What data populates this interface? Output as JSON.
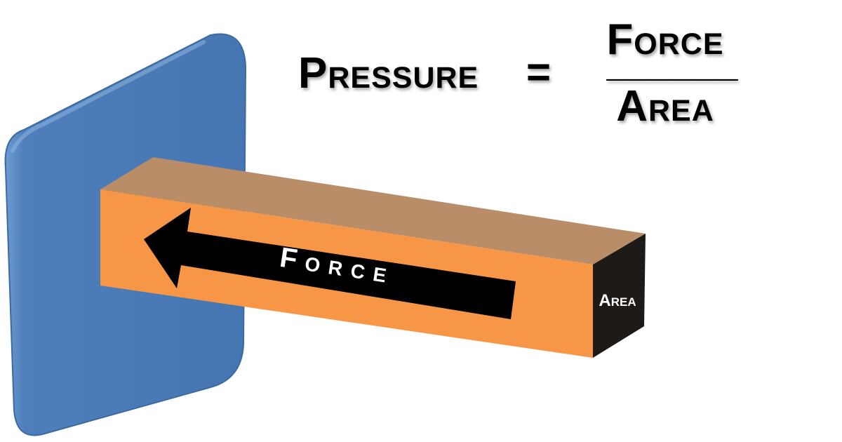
{
  "equation": {
    "lhs": "Pressure",
    "equals": "=",
    "numerator": "Force",
    "denominator": "Area",
    "fraction_bar": "______"
  },
  "diagram": {
    "arrow_label": "Force",
    "end_face_label": "Area"
  },
  "colors": {
    "wall": "#4a7ab5",
    "wall_edge": "#6d9bd1",
    "beam_front": "#f79646",
    "beam_top": "#b88d68",
    "beam_end": "#1e1a17",
    "arrow": "#000000",
    "arrow_text": "#ffffff",
    "text": "#000000"
  }
}
